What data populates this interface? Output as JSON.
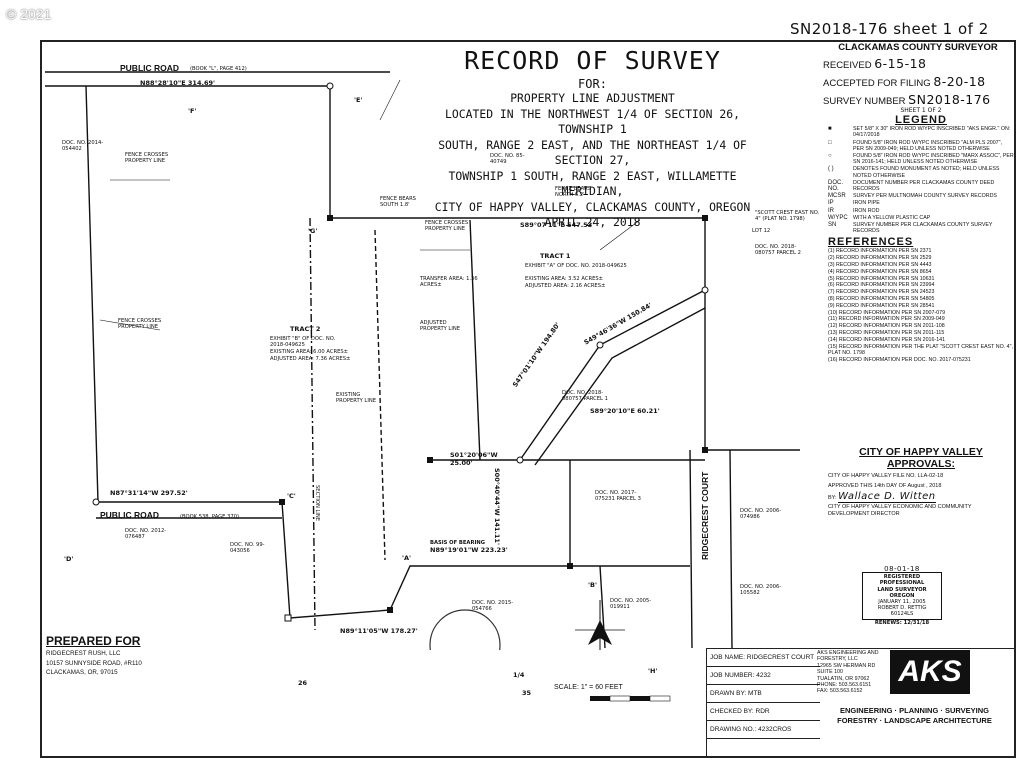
{
  "copyright": "© 2021",
  "sheet_ref": "SN2018-176 sheet 1 of 2",
  "title": {
    "main": "RECORD OF SURVEY",
    "for": "FOR:",
    "purpose": "PROPERTY LINE ADJUSTMENT",
    "lines": [
      "LOCATED IN THE NORTHWEST 1/4 OF SECTION 26, TOWNSHIP 1",
      "SOUTH, RANGE 2 EAST, AND THE NORTHEAST 1/4 OF SECTION 27,",
      "TOWNSHIP 1 SOUTH, RANGE 2 EAST, WILLAMETTE MERIDIAN,",
      "CITY OF HAPPY VALLEY, CLACKAMAS COUNTY, OREGON",
      "APRIL 24, 2018"
    ]
  },
  "county_stamp": {
    "heading": "CLACKAMAS COUNTY SURVEYOR",
    "received_label": "RECEIVED",
    "received_value": "6-15-18",
    "accepted_label": "ACCEPTED FOR FILING",
    "accepted_value": "8-20-18",
    "survey_number_label": "SURVEY NUMBER",
    "survey_number_value": "SN2018-176"
  },
  "sheet_label": "SHEET 1 OF 2",
  "legend": {
    "heading": "LEGEND",
    "items": [
      {
        "sym": "■",
        "text": "SET 5/8\" X 30\" IRON ROD W/YPC INSCRIBED \"AKS ENGR.\" ON: 04/17/2018"
      },
      {
        "sym": "□",
        "text": "FOUND 5/8\" IRON ROD W/YPC INSCRIBED \"ALM PLS 2007\", PER SN 2009-049; HELD UNLESS NOTED OTHERWISE"
      },
      {
        "sym": "○",
        "text": "FOUND 5/8\" IRON ROD W/YPC INSCRIBED \"MARX ASSOC\", PER SN 2016-141; HELD UNLESS NOTED OTHERWISE"
      },
      {
        "sym": "( )",
        "text": "DENOTES FOUND MONUMENT AS NOTED; HELD UNLESS NOTED OTHERWISE"
      },
      {
        "sym": "DOC. NO.",
        "text": "DOCUMENT NUMBER PER CLACKAMAS COUNTY DEED RECORDS"
      },
      {
        "sym": "MCSR",
        "text": "SURVEY PER MULTNOMAH COUNTY SURVEY RECORDS"
      },
      {
        "sym": "IP",
        "text": "IRON PIPE"
      },
      {
        "sym": "IR",
        "text": "IRON ROD"
      },
      {
        "sym": "W/YPC",
        "text": "WITH A YELLOW PLASTIC CAP"
      },
      {
        "sym": "SN",
        "text": "SURVEY NUMBER PER CLACKAMAS COUNTY SURVEY RECORDS"
      }
    ]
  },
  "references": {
    "heading": "REFERENCES",
    "items": [
      "(1)  RECORD INFORMATION PER SN 2371",
      "(2)  RECORD INFORMATION PER SN 2529",
      "(3)  RECORD INFORMATION PER SN 4443",
      "(4)  RECORD INFORMATION PER SN 8654",
      "(5)  RECORD INFORMATION PER SN 10631",
      "(6)  RECORD INFORMATION PER SN 23994",
      "(7)  RECORD INFORMATION PER SN 24523",
      "(8)  RECORD INFORMATION PER SN 54805",
      "(9)  RECORD INFORMATION PER SN 28541",
      "(10) RECORD INFORMATION PER SN 2007-079",
      "(11) RECORD INFORMATION PER SN 2009-049",
      "(12) RECORD INFORMATION PER SN 2011-108",
      "(13) RECORD INFORMATION PER SN 2011-115",
      "(14) RECORD INFORMATION PER SN 2016-141",
      "(15) RECORD INFORMATION PER THE PLAT \"SCOTT CREST EAST NO. 4\", PLAT NO. 1798",
      "(16) RECORD INFORMATION PER DOC. NO. 2017-075231"
    ]
  },
  "approval": {
    "heading1": "CITY OF HAPPY VALLEY",
    "heading2": "APPROVALS:",
    "file_no": "CITY OF HAPPY VALLEY FILE NO. LLA-02-18",
    "approved_text": "APPROVED THIS 14th DAY OF August , 2018",
    "by": "BY:",
    "signature": "Wallace D. Witten",
    "dept": "CITY OF HAPPY VALLEY ECONOMIC AND COMMUNITY DEVELOPMENT DIRECTOR"
  },
  "seal": {
    "title1": "REGISTERED",
    "title2": "PROFESSIONAL",
    "title3": "LAND SURVEYOR",
    "state": "OREGON",
    "date": "JANUARY 11, 2005",
    "name": "ROBERT D. RETTIG",
    "number": "60124LS",
    "renews": "RENEWS: 12/31/18",
    "sig_date": "08-01-18"
  },
  "title_block": {
    "rows": [
      "JOB NAME:  RIDGECREST COURT",
      "JOB NUMBER:  4232",
      "DRAWN BY:  MTB",
      "CHECKED BY:  RDR",
      "DRAWING NO.:  4232CROS"
    ],
    "company_lines": [
      "AKS ENGINEERING AND FORESTRY, LLC",
      "12965 SW HERMAN RD",
      "SUITE 100",
      "TUALATIN, OR 97062",
      "PHONE: 503.563.6151",
      "FAX: 503.563.6152"
    ],
    "logo": "AKS",
    "services": [
      "ENGINEERING · PLANNING · SURVEYING",
      "FORESTRY · LANDSCAPE ARCHITECTURE"
    ]
  },
  "prepared_for": {
    "heading": "PREPARED FOR",
    "lines": [
      "RIDGECREST RUSH, LLC",
      "10157 SUNNYSIDE ROAD, #R110",
      "CLACKAMAS, OR, 97015"
    ]
  },
  "scale": "SCALE: 1\" = 60 FEET",
  "map_labels": {
    "public_road_top": "PUBLIC ROAD",
    "public_road_top_book": "(BOOK \"L\", PAGE 412)",
    "public_road_bottom": "PUBLIC ROAD",
    "public_road_bottom_book": "(BOOK 538, PAGE 370)",
    "ridgecrest_court": "RIDGECREST COURT",
    "top_bearing": "N88°28'10\"E 314.69'",
    "north_bearing": "S89°07'11\"E 547.53'",
    "tract1": "TRACT 1",
    "tract1_exhibit": "EXHIBIT \"A\" OF DOC. NO. 2018-049625",
    "tract1_existing": "EXISTING AREA: 3.52 ACRES±",
    "tract1_adjusted": "ADJUSTED AREA: 2.16 ACRES±",
    "tract2": "TRACT 2",
    "tract2_exhibit": "EXHIBIT \"B\" OF DOC. NO. 2018-049625",
    "tract2_existing": "EXISTING AREA: 6.00 ACRES±",
    "tract2_adjusted": "ADJUSTED AREA: 7.36 ACRES±",
    "transfer": "TRANSFER AREA: 1.36 ACRES±",
    "adjusted_line": "ADJUSTED PROPERTY LINE",
    "existing_line": "EXISTING PROPERTY LINE",
    "section_line": "SECTION LINE",
    "basis": "BASIS OF BEARING",
    "basis_bearing": "N89°19'01\"W 223.23'",
    "south_bearing": "N89°11'05\"W 178.27'",
    "west_bearing": "N87°31'14\"W 297.52'",
    "east_bearing_1": "S89°20'10\"E 60.21'",
    "east_bearing_2": "S01°20'06\"W 25.00'",
    "diag_bearing": "S47°01'10\"W 194.80'",
    "diag_bearing_2": "S49°46'36\"W 150.84'",
    "vertical_east": "S00°40'44\"W 141.11'",
    "doc_85_40749": "DOC. NO. 85-40749",
    "doc_2014": "DOC. NO. 2014-054402",
    "doc_2012": "DOC. NO. 2012-076487",
    "doc_99": "DOC. NO. 99-043056",
    "doc_2017": "DOC. NO. 2017-075231 PARCEL 3",
    "doc_2005": "DOC. NO. 2005-019911",
    "doc_2006": "DOC. NO. 2006-074986",
    "doc_2018_parcel1": "DOC. NO. 2018-080757 PARCEL 1",
    "doc_2018_parcel2": "DOC. NO. 2018-080757 PARCEL 2",
    "doc_2015": "DOC. NO. 2015-054766",
    "doc_2006b": "DOC. NO. 2006-105582",
    "fence_crosses": "FENCE CROSSES PROPERTY LINE",
    "fence_bears_top": "FENCE BEARS SOUTH 1.8'",
    "fence_bears_north": "FENCE BEARS NORTH 6.2'",
    "lot_12": "LOT 12",
    "scott_crest": "\"SCOTT CREST EAST NO. 4\" (PLAT NO. 1798)",
    "point_a": "'A'",
    "point_b": "'B'",
    "point_c": "'C'",
    "point_d": "'D'",
    "point_e": "'E'",
    "point_f": "'F'",
    "point_g": "'G'",
    "point_h": "'H'",
    "section_26_27": "26",
    "section_35": "35",
    "corner_fraction": "1/4"
  },
  "colors": {
    "ink": "#111111",
    "paper": "#ffffff",
    "logo_bg": "#111111"
  }
}
